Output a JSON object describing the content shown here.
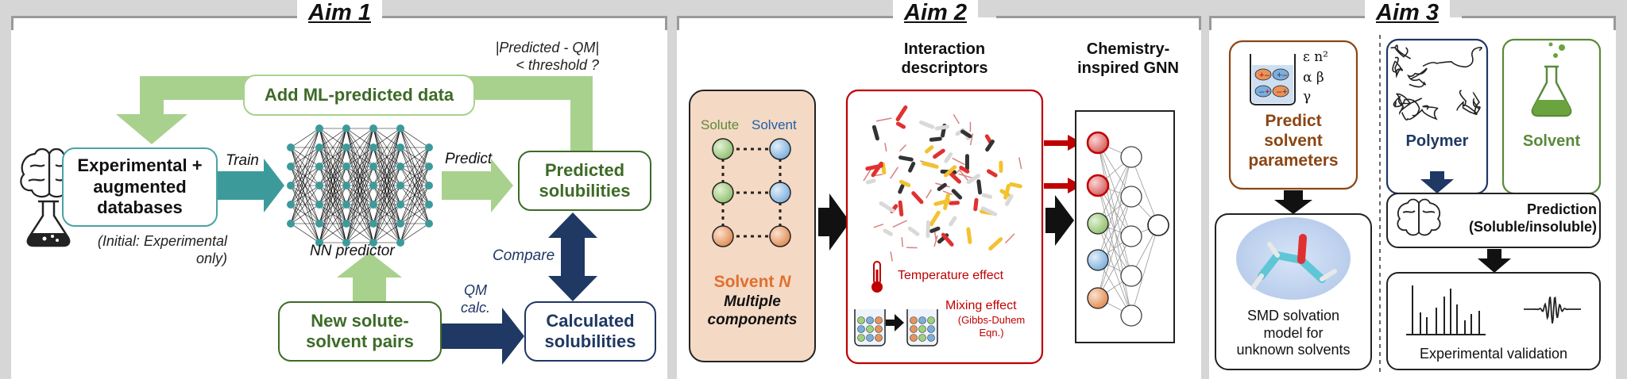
{
  "aims": {
    "aim1": "Aim 1",
    "aim2": "Aim 2",
    "aim3": "Aim 3"
  },
  "aim1": {
    "experimental_box": "Experimental +\naugmented\ndatabases",
    "initial_note": "(Initial: Experimental\nonly)",
    "train_label": "Train",
    "predict_label": "Predict",
    "nn_label": "NN predictor",
    "add_ml_box": "Add ML-predicted data",
    "threshold_label": "|Predicted - QM|\n< threshold ?",
    "predicted_box": "Predicted\nsolubilities",
    "compare_label": "Compare",
    "qm_label": "QM\ncalc.",
    "new_pairs_box": "New solute-\nsolvent pairs",
    "calculated_box": "Calculated\nsolubilities"
  },
  "aim2": {
    "solute_label": "Solute",
    "solvent_label": "Solvent",
    "solvent_n_text": "Solvent ",
    "solvent_n_var": "N",
    "multiple_components": "Multiple\ncomponents",
    "descriptors_title": "Interaction\ndescriptors",
    "gnn_title": "Chemistry-\ninspired GNN",
    "temperature_effect": "Temperature effect",
    "mixing_effect": "Mixing effect",
    "gibbs_duhem": "(Gibbs-Duhem\nEqn.)"
  },
  "aim3": {
    "symbols_row1": "ε  n²",
    "symbols_row2": "α  β",
    "symbols_row3": "γ",
    "predict_params": "Predict\nsolvent\nparameters",
    "smd_text": "SMD solvation\nmodel for\nunknown solvents",
    "polymer": "Polymer",
    "solvent": "Solvent",
    "prediction": "Prediction\n(Soluble/insoluble)",
    "experimental_validation": "Experimental validation"
  },
  "colors": {
    "teal": "#3d9a9a",
    "teal_box": "#4aa3a3",
    "light_green": "#a9d18e",
    "dark_green": "#3d6b27",
    "navy": "#1f3864",
    "brown": "#8b4513",
    "brown_fill": "#f4d9c4",
    "red": "#c00000",
    "blue_text": "#1f5fa8",
    "green_solute": "#5a8a3a"
  }
}
